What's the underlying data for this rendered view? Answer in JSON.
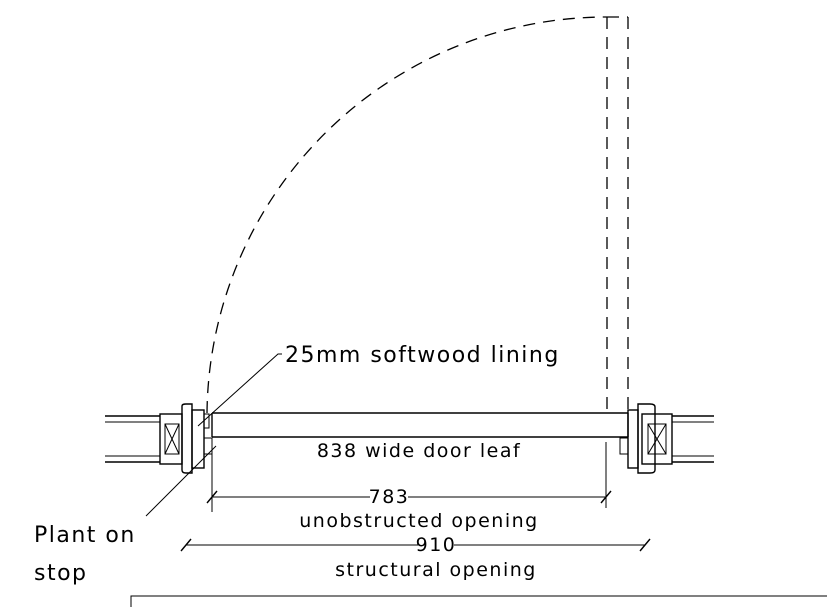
{
  "labels": {
    "lining": "25mm softwood lining",
    "door_leaf": "838 wide door leaf",
    "unobstructed_value": "783",
    "unobstructed_text": "unobstructed opening",
    "structural_value": "910",
    "structural_text": "structural opening",
    "plant_on_line1": "Plant on",
    "plant_on_line2": "stop"
  }
}
